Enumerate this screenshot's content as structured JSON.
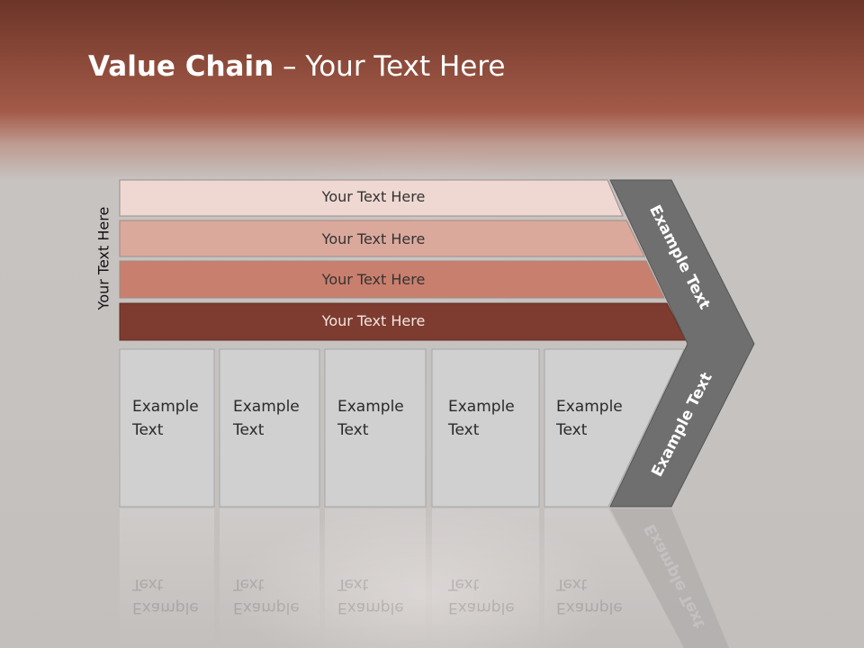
{
  "slide": {
    "title_bold": "Value Chain",
    "title_rest": " – Your Text Here",
    "vertical_label": "Your Text Here",
    "bars": [
      {
        "label": "Your Text Here",
        "fill": "#efd8d2",
        "text_color": "#333333"
      },
      {
        "label": "Your Text Here",
        "fill": "#dba99c",
        "text_color": "#333333"
      },
      {
        "label": "Your Text Here",
        "fill": "#c97f6d",
        "text_color": "#333333"
      },
      {
        "label": "Your Text Here",
        "fill": "#7d3c2f",
        "text_color": "#f2e6e2"
      }
    ],
    "boxes": [
      {
        "line1": "Example",
        "line2": "Text"
      },
      {
        "line1": "Example",
        "line2": "Text"
      },
      {
        "line1": "Example",
        "line2": "Text"
      },
      {
        "line1": "Example",
        "line2": "Text"
      },
      {
        "line1": "Example",
        "line2": "Text"
      }
    ],
    "chevron_upper_label": "Example Text",
    "chevron_lower_label": "Example Text",
    "colors": {
      "box_fill": "#d0d0d0",
      "box_stroke": "#a7a7a7",
      "chevron_fill": "#6f6f6f"
    }
  }
}
